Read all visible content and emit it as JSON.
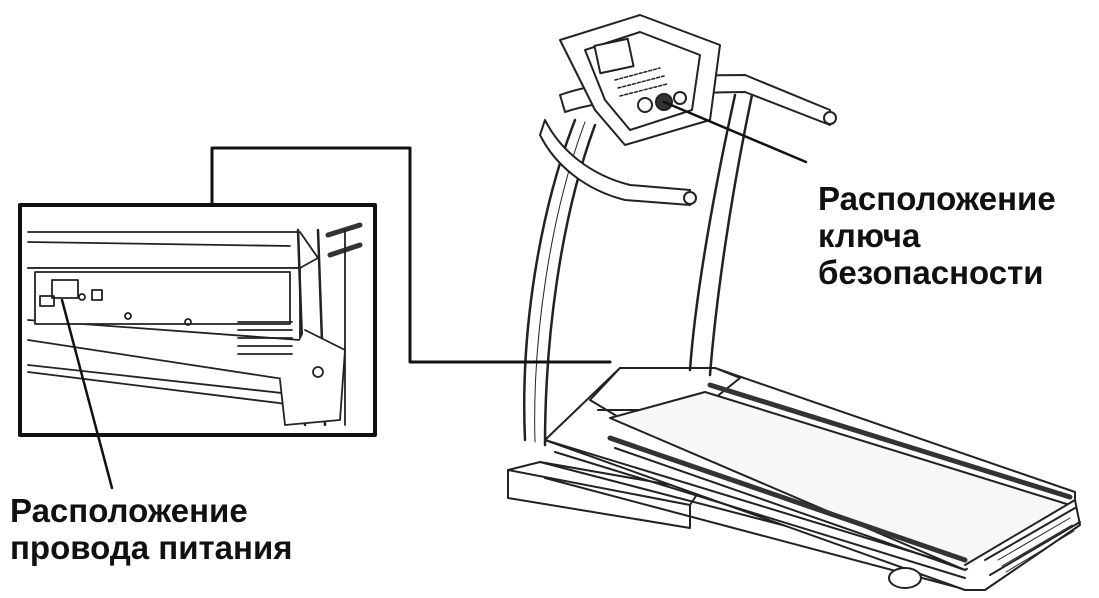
{
  "labels": {
    "safety_key": {
      "line1": "Расположение",
      "line2": "ключа",
      "line3": "безопасности"
    },
    "power_cord": {
      "line1": "Расположение",
      "line2": "провода питания"
    }
  },
  "icons": {
    "treadmill": "treadmill-illustration",
    "inset": "power-socket-closeup"
  },
  "colors": {
    "ink": "#111111",
    "background": "#ffffff"
  }
}
